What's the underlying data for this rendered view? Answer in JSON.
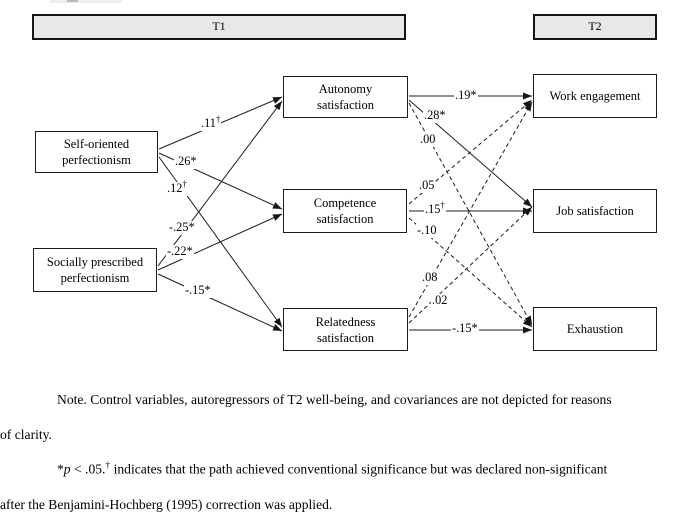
{
  "figure": {
    "headers": {
      "t1": "T1",
      "t2": "T2"
    },
    "nodes": {
      "sop": {
        "label": [
          "Self-oriented",
          "perfectionism"
        ]
      },
      "spp": {
        "label": [
          "Socially prescribed",
          "perfectionism"
        ]
      },
      "aut": {
        "label": [
          "Autonomy",
          "satisfaction"
        ]
      },
      "com": {
        "label": [
          "Competence",
          "satisfaction"
        ]
      },
      "rel": {
        "label": [
          "Relatedness",
          "satisfaction"
        ]
      },
      "we": {
        "label": [
          "Work engagement"
        ]
      },
      "js": {
        "label": [
          "Job satisfaction"
        ]
      },
      "exh": {
        "label": [
          "Exhaustion"
        ]
      }
    },
    "edges": [
      {
        "from": "sop",
        "to": "aut",
        "coef": ".11",
        "sup": "†",
        "style": "solid"
      },
      {
        "from": "sop",
        "to": "com",
        "coef": ".26*",
        "sup": "",
        "style": "solid"
      },
      {
        "from": "sop",
        "to": "rel",
        "coef": ".12",
        "sup": "†",
        "style": "solid"
      },
      {
        "from": "spp",
        "to": "aut",
        "coef": "-.25*",
        "sup": "",
        "style": "solid"
      },
      {
        "from": "spp",
        "to": "com",
        "coef": "-.22*",
        "sup": "",
        "style": "solid"
      },
      {
        "from": "spp",
        "to": "rel",
        "coef": "-.15*",
        "sup": "",
        "style": "solid"
      },
      {
        "from": "aut",
        "to": "we",
        "coef": ".19*",
        "sup": "",
        "style": "solid"
      },
      {
        "from": "aut",
        "to": "js",
        "coef": ".28*",
        "sup": "",
        "style": "solid"
      },
      {
        "from": "aut",
        "to": "exh",
        "coef": ".00",
        "sup": "",
        "style": "dashed"
      },
      {
        "from": "com",
        "to": "we",
        "coef": ".05",
        "sup": "",
        "style": "dashed"
      },
      {
        "from": "com",
        "to": "js",
        "coef": ".15",
        "sup": "†",
        "style": "solid"
      },
      {
        "from": "com",
        "to": "exh",
        "coef": "-.10",
        "sup": "",
        "style": "dashed"
      },
      {
        "from": "rel",
        "to": "we",
        "coef": ".08",
        "sup": "",
        "style": "dashed"
      },
      {
        "from": "rel",
        "to": "js",
        "coef": ".02",
        "sup": "",
        "style": "dashed"
      },
      {
        "from": "rel",
        "to": "exh",
        "coef": "-.15*",
        "sup": "",
        "style": "solid"
      }
    ],
    "colors": {
      "header_fill": "#e8e8e8",
      "line": "#1c1c1c",
      "box_border": "#1c1c1c"
    }
  },
  "note": {
    "line1": "Note. Control variables, autoregressors of T2 well-being, and covariances are not depicted for reasons",
    "line2": "of clarity.",
    "line3": {
      "star": "*",
      "p": "p",
      "mid": " < .05.",
      "dagger": "†",
      "rest": " indicates that the path achieved conventional significance but was declared non-significant"
    },
    "line4": "after the Benjamini-Hochberg (1995) correction was applied."
  }
}
